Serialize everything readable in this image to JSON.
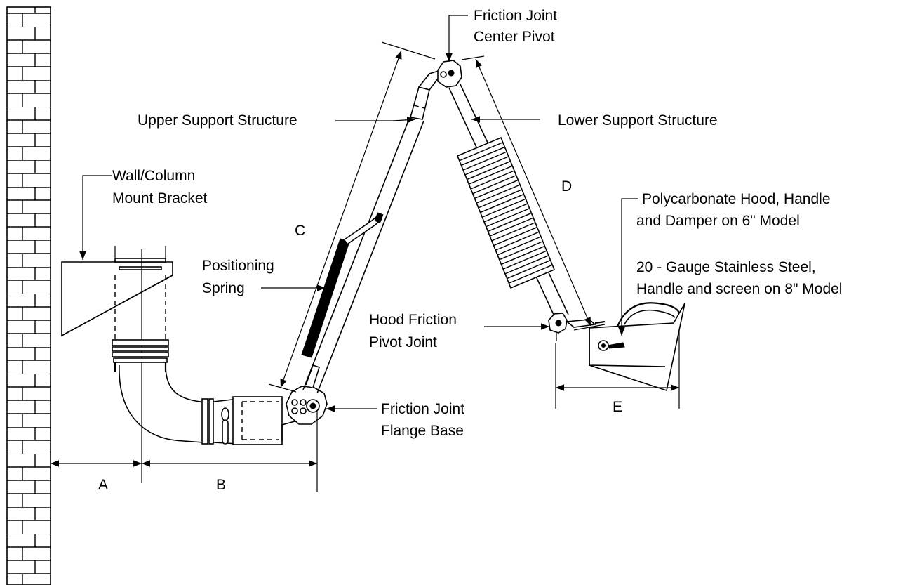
{
  "labels": {
    "center_pivot": [
      "Friction Joint",
      "Center Pivot"
    ],
    "upper_support": "Upper Support Structure",
    "lower_support": "Lower Support Structure",
    "wall_bracket": [
      "Wall/Column",
      "Mount Bracket"
    ],
    "positioning_spring": [
      "Positioning",
      "Spring"
    ],
    "hood_6in": [
      "Polycarbonate Hood, Handle",
      "and Damper on 6\" Model"
    ],
    "hood_8in": [
      "20 - Gauge Stainless Steel,",
      "Handle and screen on 8\" Model"
    ],
    "hood_pivot": [
      "Hood Friction",
      "Pivot Joint"
    ],
    "flange_base": [
      "Friction Joint",
      "Flange Base"
    ]
  },
  "dimensions": {
    "a": "A",
    "b": "B",
    "c": "C",
    "d": "D",
    "e": "E"
  }
}
